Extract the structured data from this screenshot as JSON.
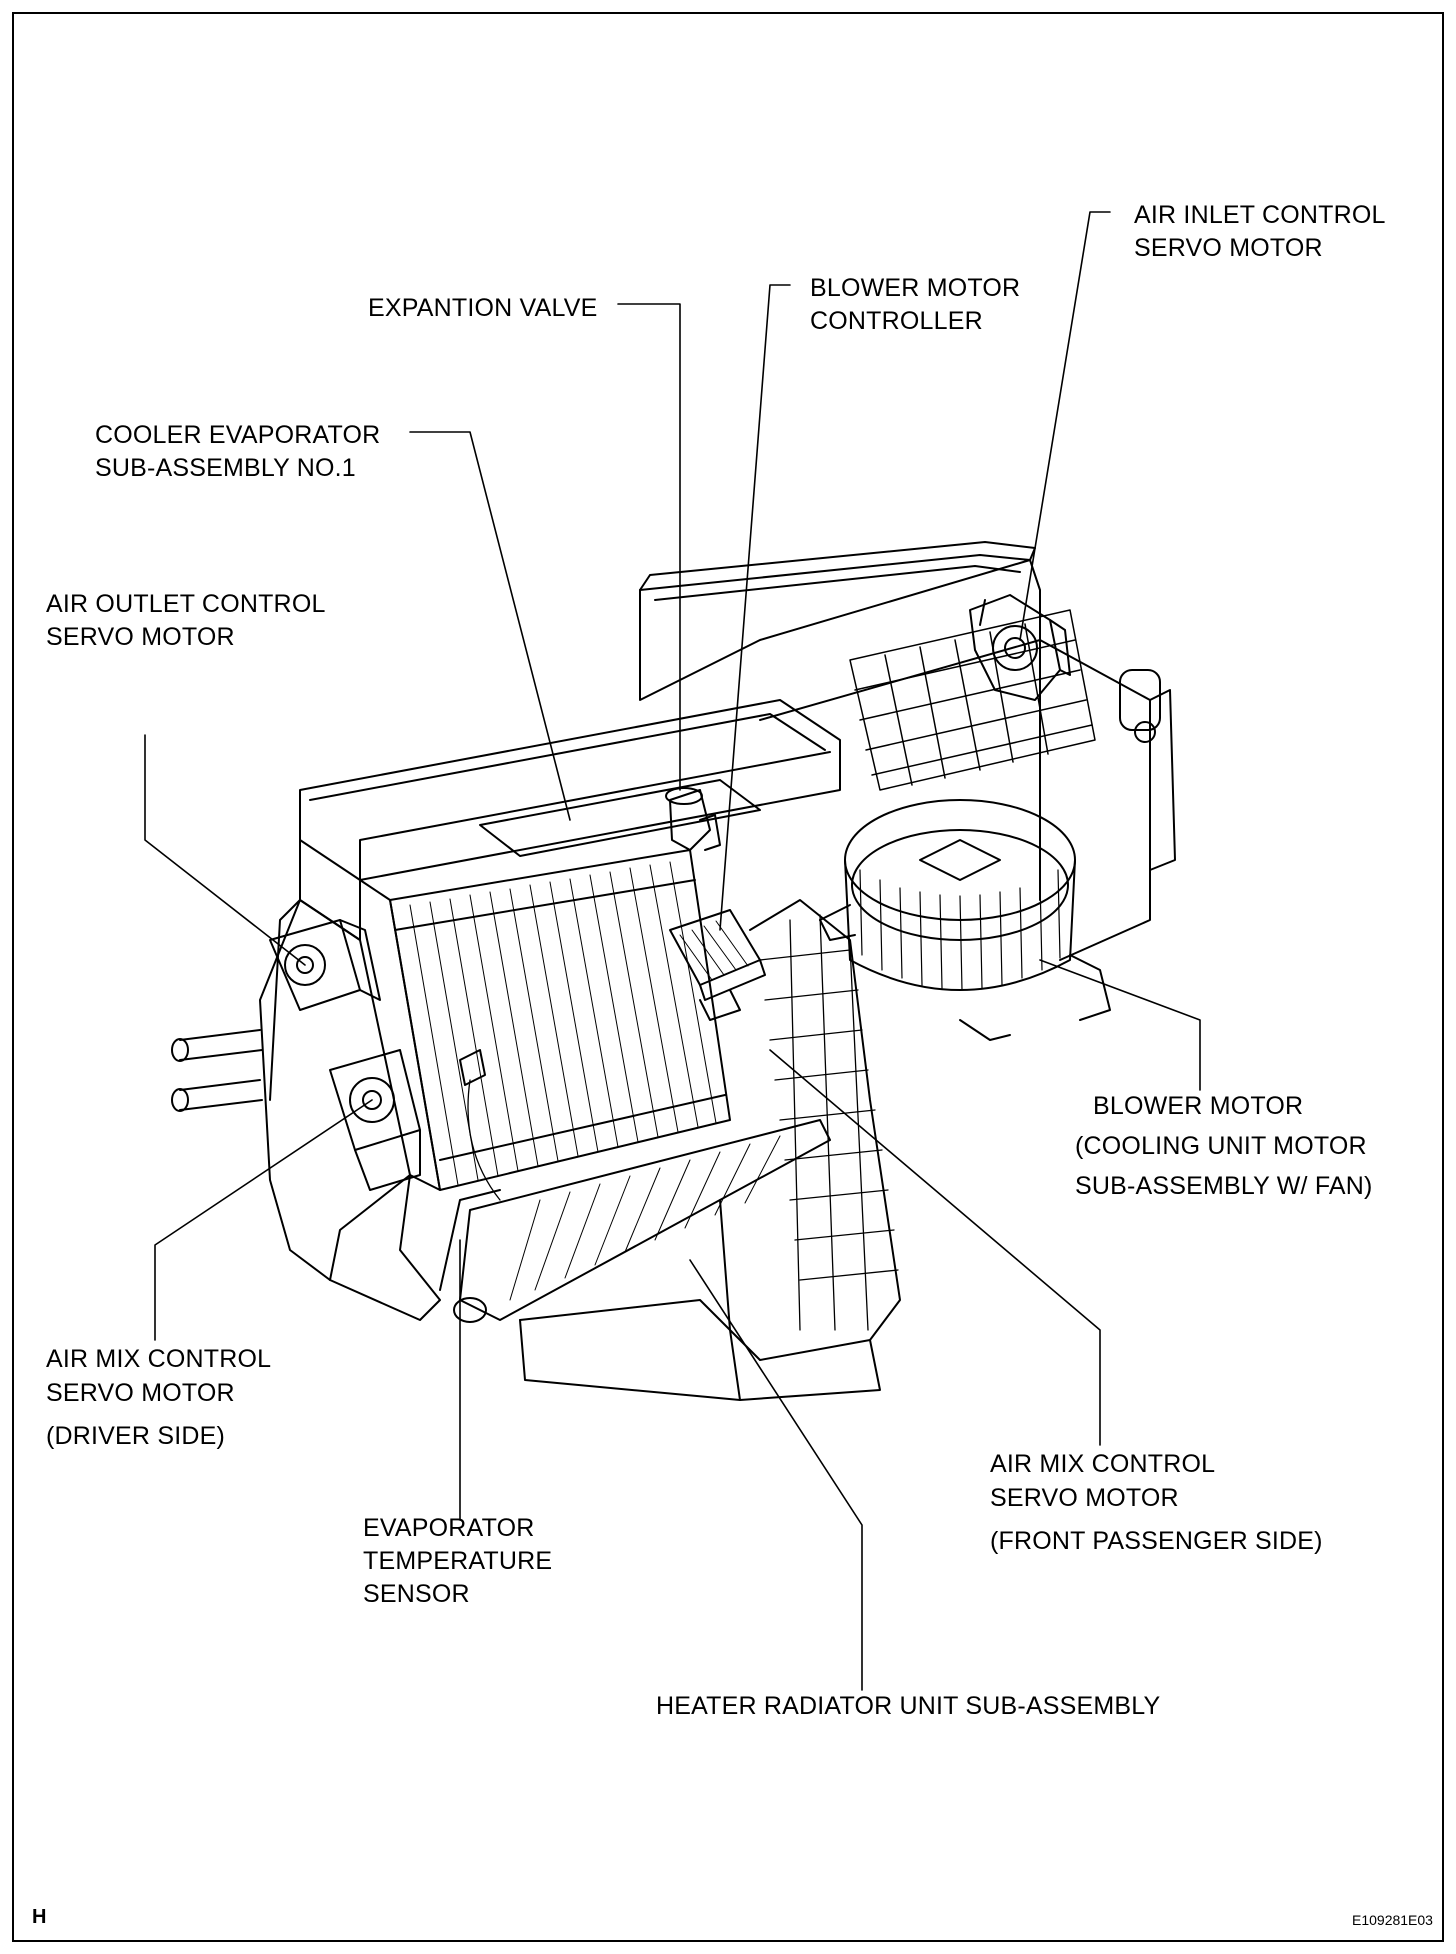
{
  "figure_code": "E109281E03",
  "corner_mark": "H",
  "labels": {
    "air_inlet": [
      "AIR INLET CONTROL",
      "SERVO MOTOR"
    ],
    "blower_controller": [
      "BLOWER MOTOR",
      "CONTROLLER"
    ],
    "expansion_valve": [
      "EXPANTION VALVE"
    ],
    "cooler_evaporator": [
      "COOLER EVAPORATOR",
      "SUB-ASSEMBLY NO.1"
    ],
    "air_outlet": [
      "AIR OUTLET CONTROL",
      "SERVO MOTOR"
    ],
    "blower_motor": [
      "BLOWER MOTOR",
      "(COOLING UNIT MOTOR",
      "SUB-ASSEMBLY W/ FAN)"
    ],
    "air_mix_driver": [
      "AIR MIX CONTROL",
      "SERVO MOTOR",
      "(DRIVER SIDE)"
    ],
    "evap_temp_sensor": [
      "EVAPORATOR",
      "TEMPERATURE",
      "SENSOR"
    ],
    "air_mix_passenger": [
      "AIR MIX CONTROL",
      "SERVO MOTOR",
      "(FRONT PASSENGER SIDE)"
    ],
    "heater_radiator": [
      "HEATER RADIATOR UNIT SUB-ASSEMBLY"
    ]
  }
}
